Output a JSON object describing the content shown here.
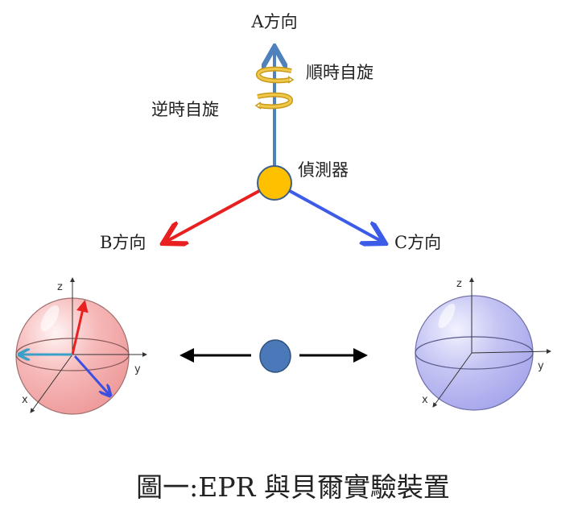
{
  "labels": {
    "a_direction": "A方向",
    "b_direction": "B方向",
    "c_direction": "C方向",
    "clockwise_spin": "順時自旋",
    "counterclockwise_spin": "逆時自旋",
    "detector": "偵測器"
  },
  "axes": {
    "x": "x",
    "y": "y",
    "z": "z"
  },
  "caption": "圖一:EPR 與貝爾實驗裝置",
  "colors": {
    "a_arrow": "#4f81bd",
    "b_arrow": "#e8201f",
    "c_arrow": "#3b5be8",
    "detector": "#ffc000",
    "particle": "#4a78b8",
    "spin_ring": "#e3b52a"
  }
}
